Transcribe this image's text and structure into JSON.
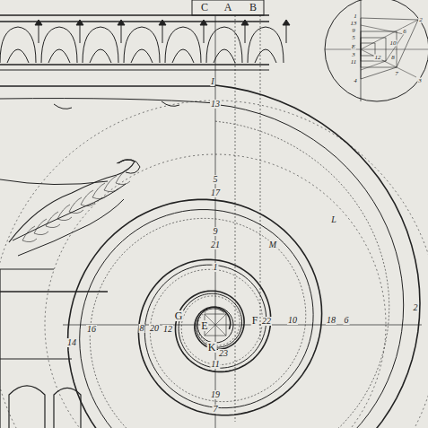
{
  "diagram": {
    "labels": [
      "C",
      "A",
      "B",
      "I",
      "13",
      "M",
      "L",
      "5",
      "17",
      "9",
      "21",
      "1",
      "14",
      "16",
      "8",
      "20",
      "12",
      "G",
      "E",
      "F",
      "22",
      "10",
      "18",
      "6",
      "2",
      "K",
      "23",
      "11",
      "19",
      "7",
      "2",
      "1",
      "13",
      "9",
      "5",
      "E",
      "3",
      "11",
      "4",
      "6",
      "10",
      "8",
      "12",
      "7",
      "3"
    ]
  }
}
